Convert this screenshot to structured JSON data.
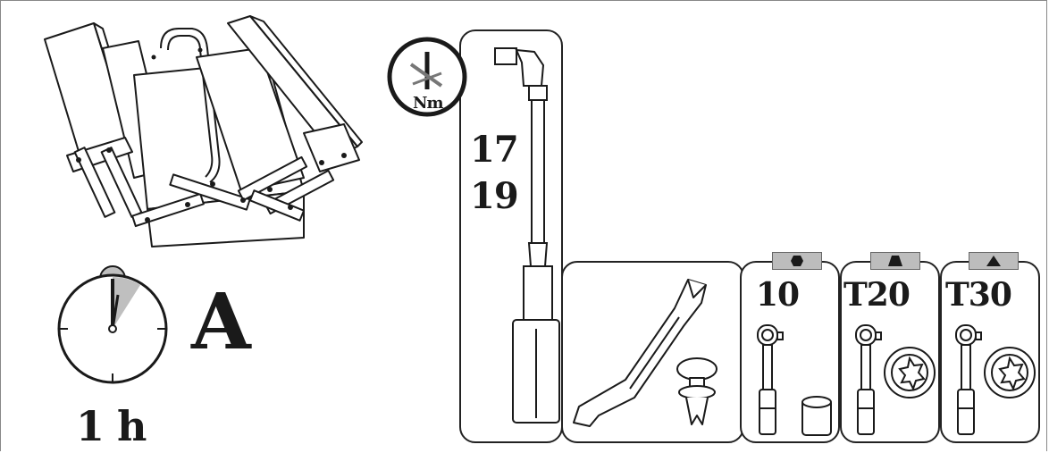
{
  "duration": {
    "value": "1 h"
  },
  "difficulty": {
    "grade": "A"
  },
  "torque_badge": {
    "unit": "Nm"
  },
  "torque_wrench": {
    "sizes": [
      "17",
      "19"
    ]
  },
  "sockets": [
    {
      "size": "10",
      "shape": "hexagon"
    },
    {
      "size": "T20",
      "shape": "trapezoid"
    },
    {
      "size": "T30",
      "shape": "triangle"
    }
  ],
  "colors": {
    "ink": "#1a1a1a",
    "tag_gray": "#bdbdbd",
    "clock_shade": "#bfbfbf"
  }
}
